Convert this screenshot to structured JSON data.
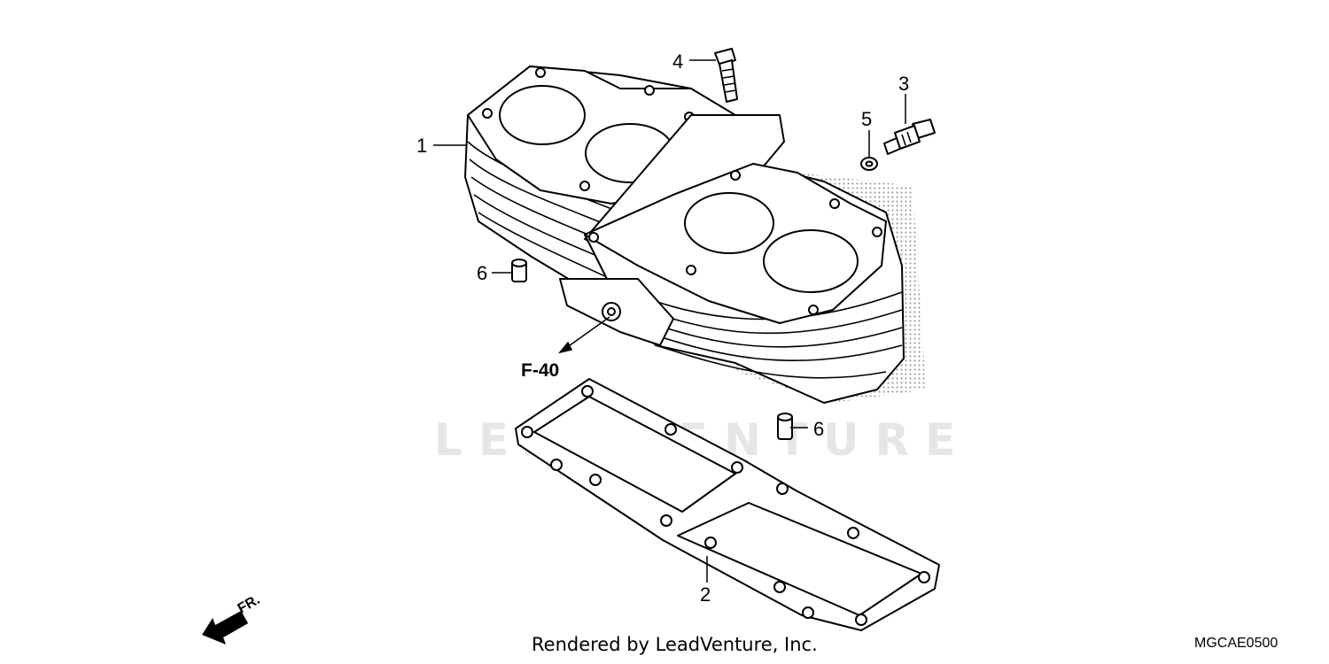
{
  "diagram": {
    "callouts": [
      {
        "id": "1",
        "label": "1"
      },
      {
        "id": "2",
        "label": "2"
      },
      {
        "id": "3",
        "label": "3"
      },
      {
        "id": "4",
        "label": "4"
      },
      {
        "id": "5",
        "label": "5"
      },
      {
        "id": "6a",
        "label": "6"
      },
      {
        "id": "6b",
        "label": "6"
      }
    ],
    "reference": "F-40",
    "front_indicator": "FR.",
    "watermark": "LEADVENTURE"
  },
  "footer": {
    "rendered_by": "Rendered by LeadVenture, Inc.",
    "diagram_code": "MGCAE0500"
  }
}
